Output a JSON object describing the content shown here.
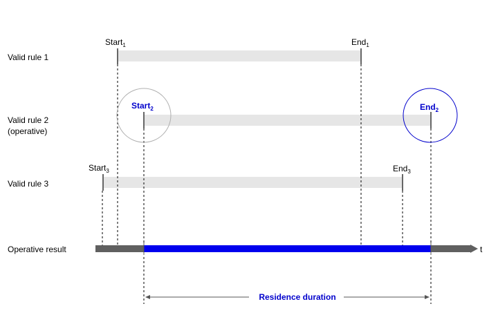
{
  "rows": {
    "rule1": {
      "label": "Valid rule 1",
      "start_label": "Start",
      "start_sub": "1",
      "end_label": "End",
      "end_sub": "1"
    },
    "rule2": {
      "label": "Valid rule 2",
      "label2": "(operative)",
      "start_label": "Start",
      "start_sub": "2",
      "end_label": "End",
      "end_sub": "2"
    },
    "rule3": {
      "label": "Valid rule 3",
      "start_label": "Start",
      "start_sub": "3",
      "end_label": "End",
      "end_sub": "3"
    },
    "result": {
      "label": "Operative result"
    }
  },
  "axis_label": "t",
  "duration_label": "Residence duration",
  "colors": {
    "rule_bar": "#e6e6e6",
    "operative_bar": "#0000ee",
    "axis_bar": "#606060",
    "highlight_text": "#0000cc",
    "start_circle": "#b0b0b0",
    "end_circle": "#0000cc"
  }
}
